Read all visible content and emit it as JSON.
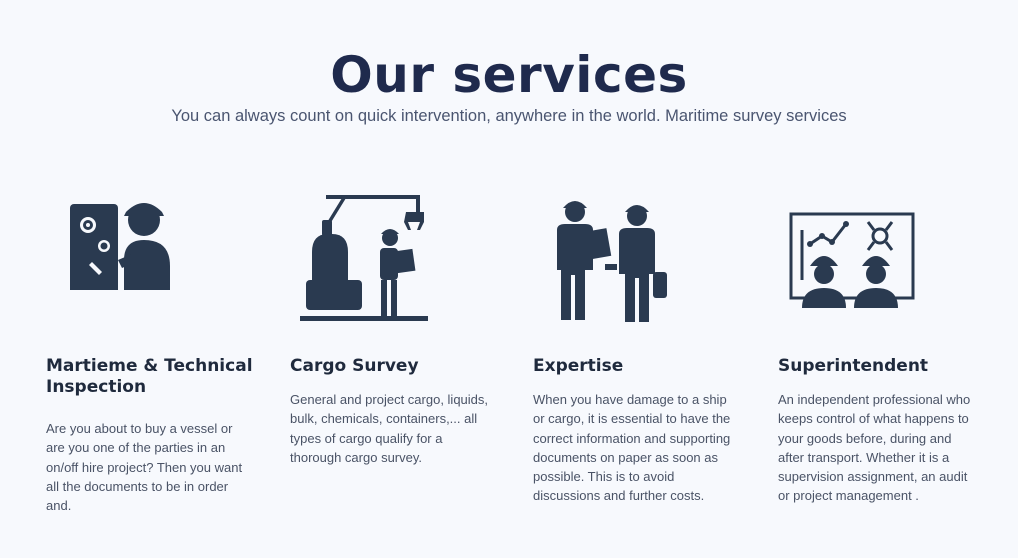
{
  "header": {
    "title": "Our services",
    "subtitle": "You can always count on quick intervention, anywhere in the world. Maritime survey services"
  },
  "services": [
    {
      "title": "Martieme & Technical Inspection",
      "description": "Are you about to buy a vessel or are you one of the parties in an on/off hire project? Then you want all the documents to be in order and.",
      "icon": "engineer-gears-icon"
    },
    {
      "title": "Cargo Survey",
      "description": "General and project cargo, liquids, bulk, chemicals, containers,... all types of cargo qualify for a thorough cargo survey.",
      "icon": "crane-worker-icon"
    },
    {
      "title": "Expertise",
      "description": "When you have damage to a ship or cargo, it is essential to have the correct information and supporting documents on paper as soon as possible. This is to avoid discussions and further costs.",
      "icon": "experts-handshake-icon"
    },
    {
      "title": "Superintendent",
      "description": "An independent professional who keeps control of what happens to your goods before, during and after transport. Whether it is a supervision assignment, an audit or project management .",
      "icon": "supervisors-monitor-icon"
    }
  ],
  "colors": {
    "background": "#f7f9fd",
    "icon": "#2a3a50",
    "title": "#1f2a4d",
    "text": "#4a5366"
  }
}
